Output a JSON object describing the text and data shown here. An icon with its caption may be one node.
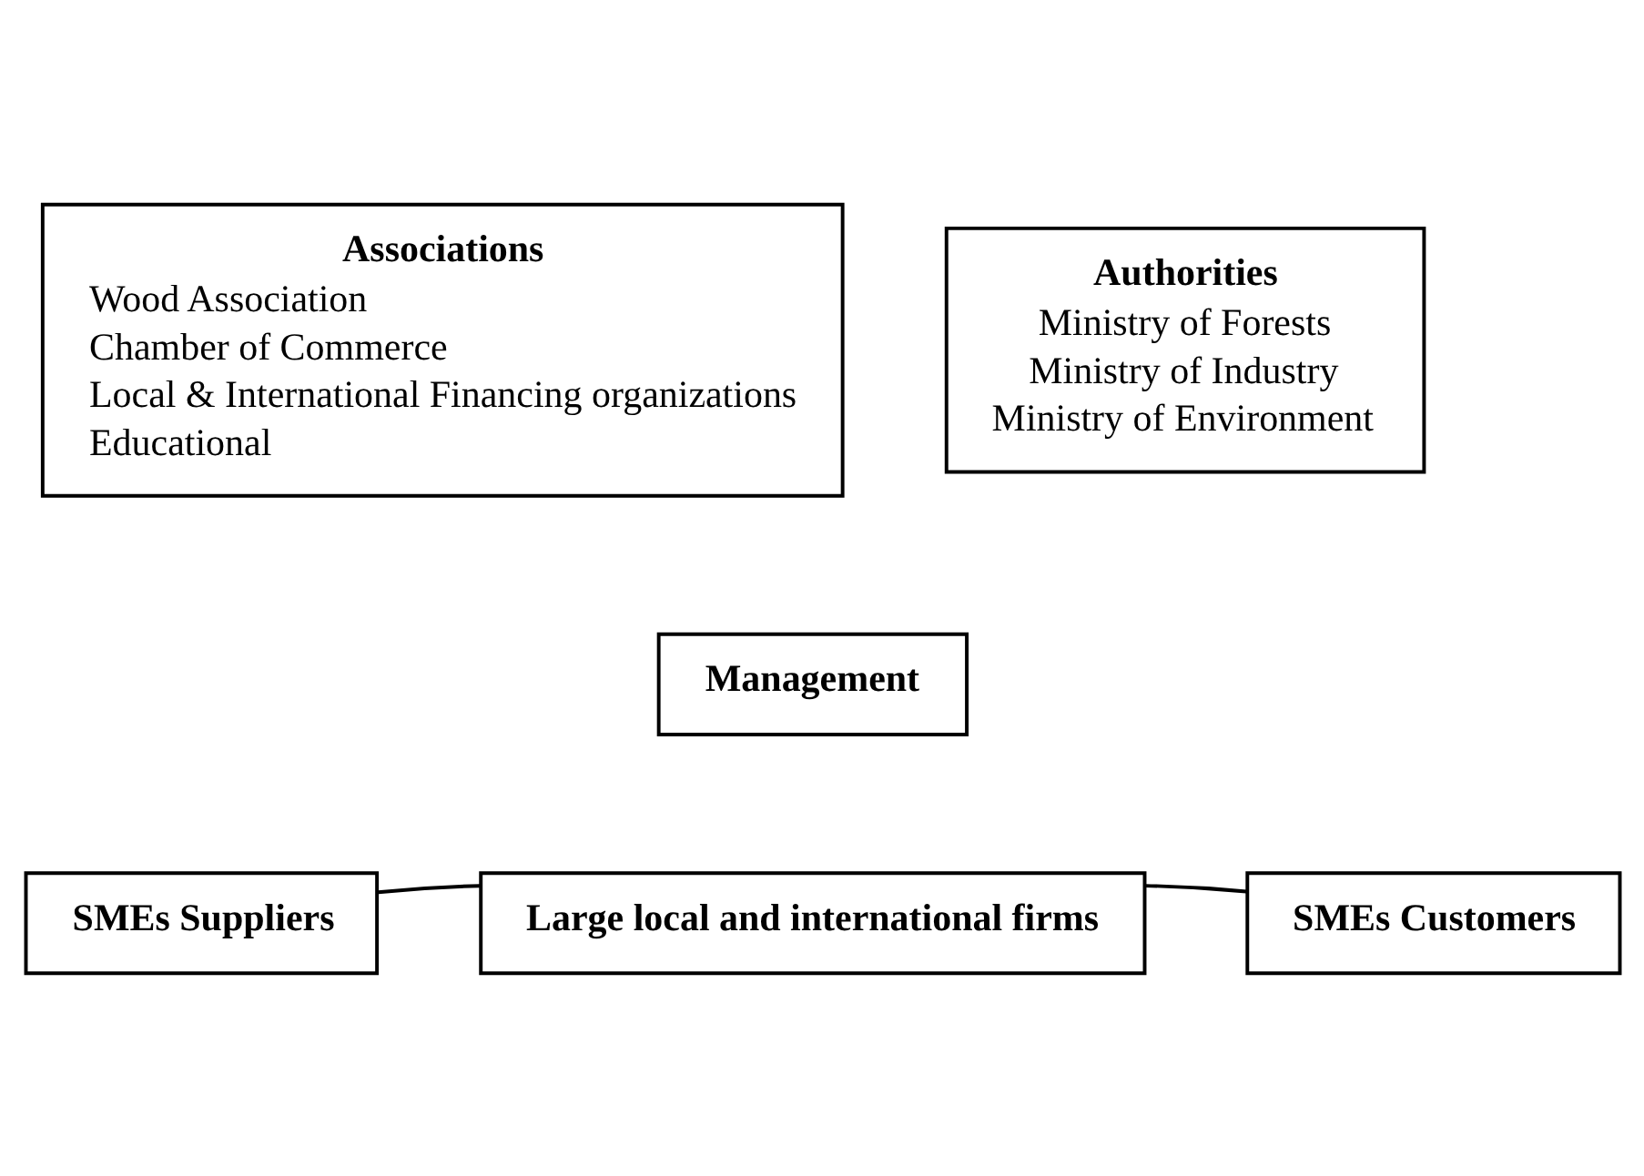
{
  "diagram": {
    "nodes": [
      {
        "text": [
          "Associations",
          "Wood Association",
          "Chamber of Commerce",
          "Local & International Financing organizations",
          "Educational"
        ]
      },
      {
        "text": [
          "Authorities",
          "Ministry of Forests",
          "Ministry of Industry",
          "Ministry of Environment"
        ]
      },
      {
        "text": [
          "Management"
        ]
      },
      {
        "text": [
          "Large local and international firms"
        ]
      },
      {
        "text": [
          "SMEs Suppliers"
        ]
      },
      {
        "text": [
          "SMEs Customers"
        ]
      }
    ],
    "edges": [
      {
        "from": 4,
        "to": 3,
        "arrow": "none"
      },
      {
        "from": 3,
        "to": 5,
        "arrow": "none"
      }
    ]
  }
}
